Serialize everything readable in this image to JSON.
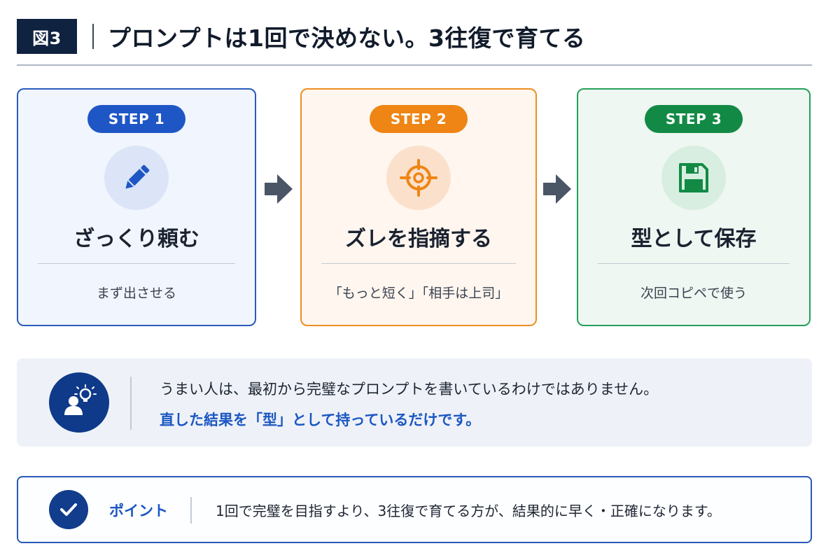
{
  "header": {
    "figure_label": "図3",
    "title": "プロンプトは1回で決めない。3往復で育てる"
  },
  "steps": [
    {
      "badge": "STEP 1",
      "title": "ざっくり頼む",
      "description": "まず出させる",
      "icon": "pencil-icon",
      "color": "#1f56c6"
    },
    {
      "badge": "STEP 2",
      "title": "ズレを指摘する",
      "description": "「もっと短く」「相手は上司」",
      "icon": "target-icon",
      "color": "#ee8514"
    },
    {
      "badge": "STEP 3",
      "title": "型として保存",
      "description": "次回コピペで使う",
      "icon": "floppy-disk-icon",
      "color": "#128a45"
    }
  ],
  "info": {
    "icon": "person-lightbulb-icon",
    "line1": "うまい人は、最初から完璧なプロンプトを書いているわけではありません。",
    "line2": "直した結果を「型」として持っているだけです。"
  },
  "point": {
    "icon": "check-icon",
    "label": "ポイント",
    "text": "1回で完璧を目指すより、3往復で育てる方が、結果的に早く・正確になります。"
  },
  "colors": {
    "navy": "#0f2240",
    "blue_accent": "#1c57c2",
    "orange": "#ee8514",
    "green": "#128a45",
    "arrow": "#4a5566"
  }
}
